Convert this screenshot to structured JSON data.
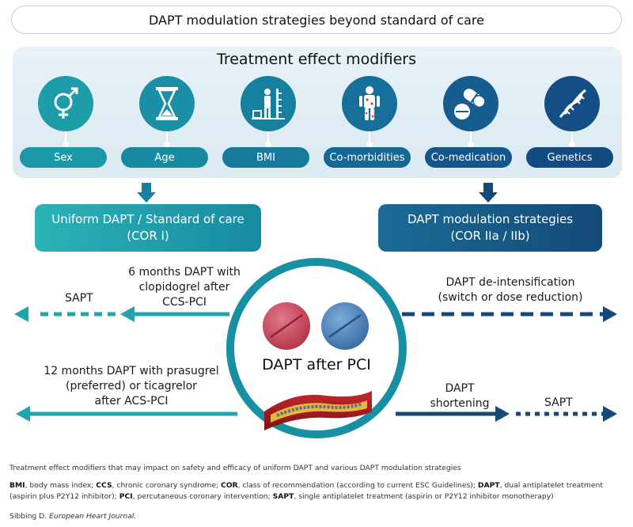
{
  "title": "DAPT modulation strategies beyond standard of care",
  "modifiers": {
    "title": "Treatment effect modifiers",
    "items": [
      {
        "label": "Sex",
        "icon": "sex-symbol-icon"
      },
      {
        "label": "Age",
        "icon": "hourglass-icon"
      },
      {
        "label": "BMI",
        "icon": "height-scale-icon"
      },
      {
        "label": "Co-morbidities",
        "icon": "body-icon"
      },
      {
        "label": "Co-medication",
        "icon": "pills-icon"
      },
      {
        "label": "Genetics",
        "icon": "dna-icon"
      }
    ]
  },
  "uniform": {
    "line1": "Uniform DAPT / Standard of care",
    "line2": "(COR I)"
  },
  "modulation": {
    "line1": "DAPT modulation strategies",
    "line2": "(COR IIa / IIb)"
  },
  "left_top": {
    "sapt": "SAPT",
    "l1": "6 months DAPT with",
    "l2": "clopidogrel after",
    "l3": "CCS-PCI"
  },
  "left_bottom": {
    "l1": "12 months DAPT with prasugrel",
    "l2": "(preferred) or ticagrelor",
    "l3": "after ACS-PCI"
  },
  "right_top": {
    "l1": "DAPT de-intensification",
    "l2": "(switch or dose reduction)"
  },
  "right_bottom": {
    "l1": "DAPT",
    "l2": "shortening",
    "sapt": "SAPT"
  },
  "center": {
    "label": "DAPT after PCI"
  },
  "caption": {
    "line1": "Treatment effect modifiers that may impact on safety and efficacy of uniform DAPT and various DAPT modulation strategies",
    "abbr": [
      {
        "term": "BMI",
        "def": ", body mass index; "
      },
      {
        "term": "CCS",
        "def": ", chronic coronary syndrome; "
      },
      {
        "term": "COR",
        "def": ", class of recommendation (according to current ESC Guidelines); "
      },
      {
        "term": "DAPT",
        "def": ", dual antiplatelet treatment (aspirin plus P2Y12 inhibitor); "
      },
      {
        "term": "PCI",
        "def": ", percutaneous coronary intervention; "
      },
      {
        "term": "SAPT",
        "def": ", single antiplatelet treatment (aspirin or P2Y12 inhibitor monotherapy)"
      }
    ],
    "source_author": "Sibbing D. ",
    "source_journal": "European Heart Journal."
  },
  "colors": {
    "teal": "#1790a3",
    "teal_light": "#2ab0b6",
    "navy": "#154a78",
    "dark_blue": "#1b6b96"
  }
}
